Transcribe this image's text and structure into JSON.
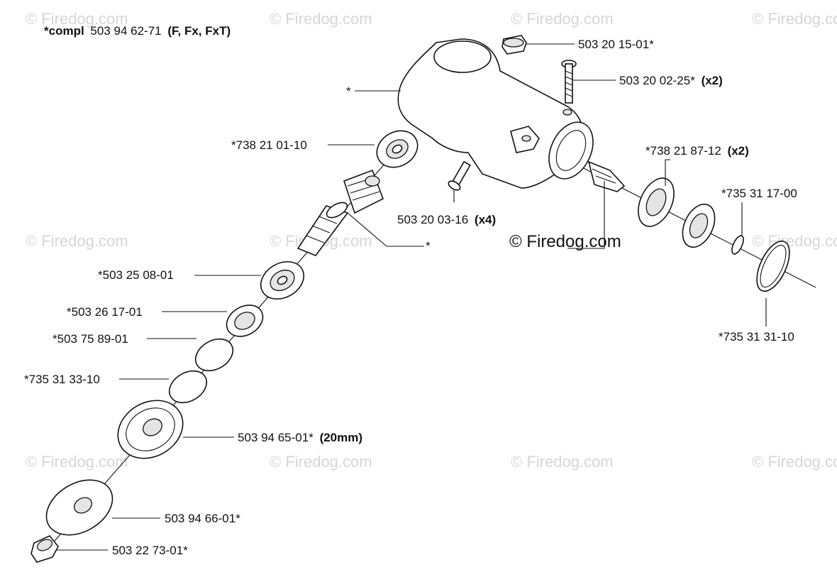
{
  "header": {
    "prefix": "*compl",
    "part": "503 94 62-71",
    "variants": "(F, Fx, FxT)"
  },
  "watermark": {
    "text": "© Firedog.com",
    "center_text": "© Firedog.com"
  },
  "callouts": [
    {
      "id": "c1",
      "code": "503 20 15-01*",
      "qty": ""
    },
    {
      "id": "c2",
      "code": "503 20 02-25*",
      "qty": "(x2)"
    },
    {
      "id": "c3",
      "code": "*",
      "qty": ""
    },
    {
      "id": "c4",
      "code": "*738 21 01-10",
      "qty": ""
    },
    {
      "id": "c5",
      "code": "*738 21 87-12",
      "qty": "(x2)"
    },
    {
      "id": "c6",
      "code": "*735 31 17-00",
      "qty": ""
    },
    {
      "id": "c7",
      "code": "503 20 03-16",
      "qty": "(x4)"
    },
    {
      "id": "c8",
      "code": "*",
      "qty": ""
    },
    {
      "id": "c9",
      "code": "*503 25 08-01",
      "qty": ""
    },
    {
      "id": "c10",
      "code": "*735 31 31-10",
      "qty": ""
    },
    {
      "id": "c11",
      "code": "*503 26 17-01",
      "qty": ""
    },
    {
      "id": "c12",
      "code": "*503 75 89-01",
      "qty": ""
    },
    {
      "id": "c13",
      "code": "*735 31 33-10",
      "qty": ""
    },
    {
      "id": "c14",
      "code": "503 94 65-01*",
      "qty": "(20mm)"
    },
    {
      "id": "c15",
      "code": "503 94 66-01*",
      "qty": ""
    },
    {
      "id": "c16",
      "code": "503 22 73-01*",
      "qty": ""
    }
  ]
}
